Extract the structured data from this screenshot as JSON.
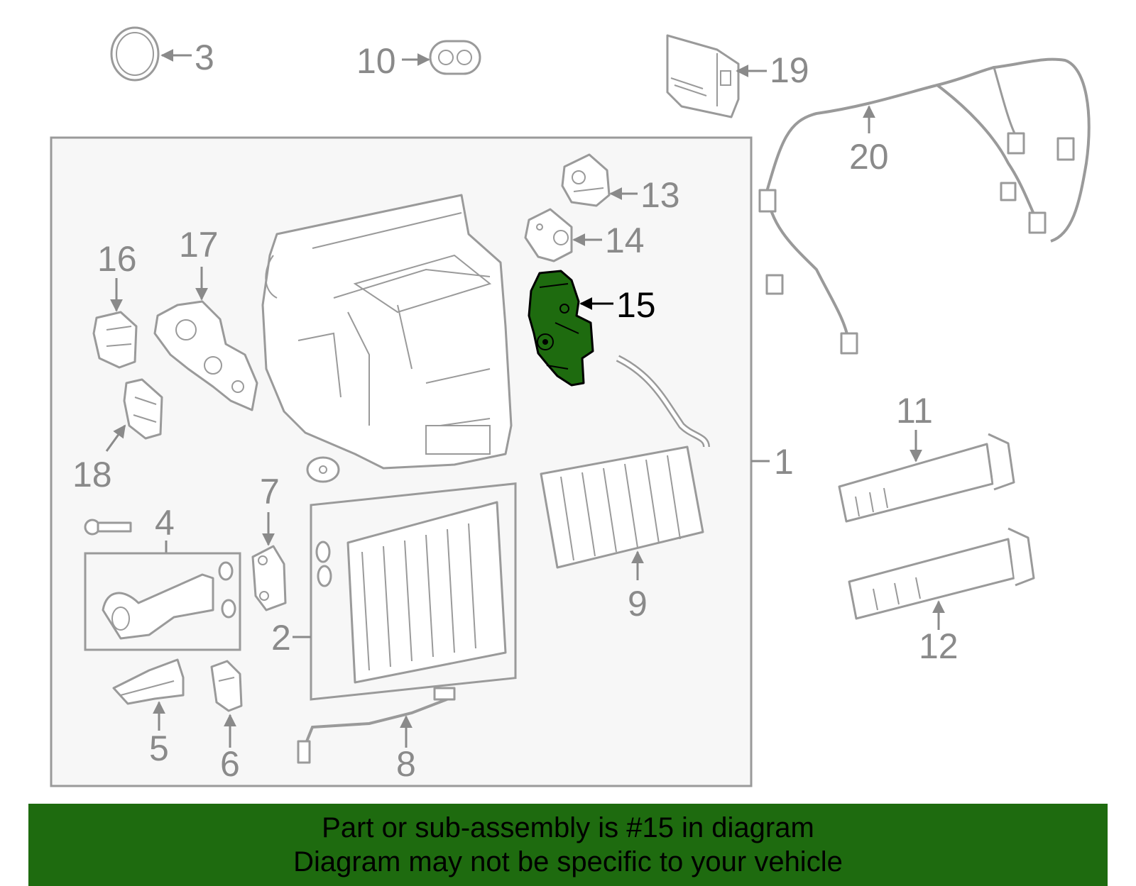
{
  "callouts": {
    "c1": "1",
    "c2": "2",
    "c3": "3",
    "c4": "4",
    "c5": "5",
    "c6": "6",
    "c7": "7",
    "c8": "8",
    "c9": "9",
    "c10": "10",
    "c11": "11",
    "c12": "12",
    "c13": "13",
    "c14": "14",
    "c15": "15",
    "c16": "16",
    "c17": "17",
    "c18": "18",
    "c19": "19",
    "c20": "20"
  },
  "highlighted_part": "15",
  "banner": {
    "line1": "Part or sub-assembly is #15 in diagram",
    "line2": "Diagram may not be specific to your vehicle"
  },
  "colors": {
    "highlight": "#1e6b0f",
    "banner_bg": "#1e6b0f",
    "assembly_panel": "#f7f7f7",
    "line_art": "#9a9a9a"
  }
}
